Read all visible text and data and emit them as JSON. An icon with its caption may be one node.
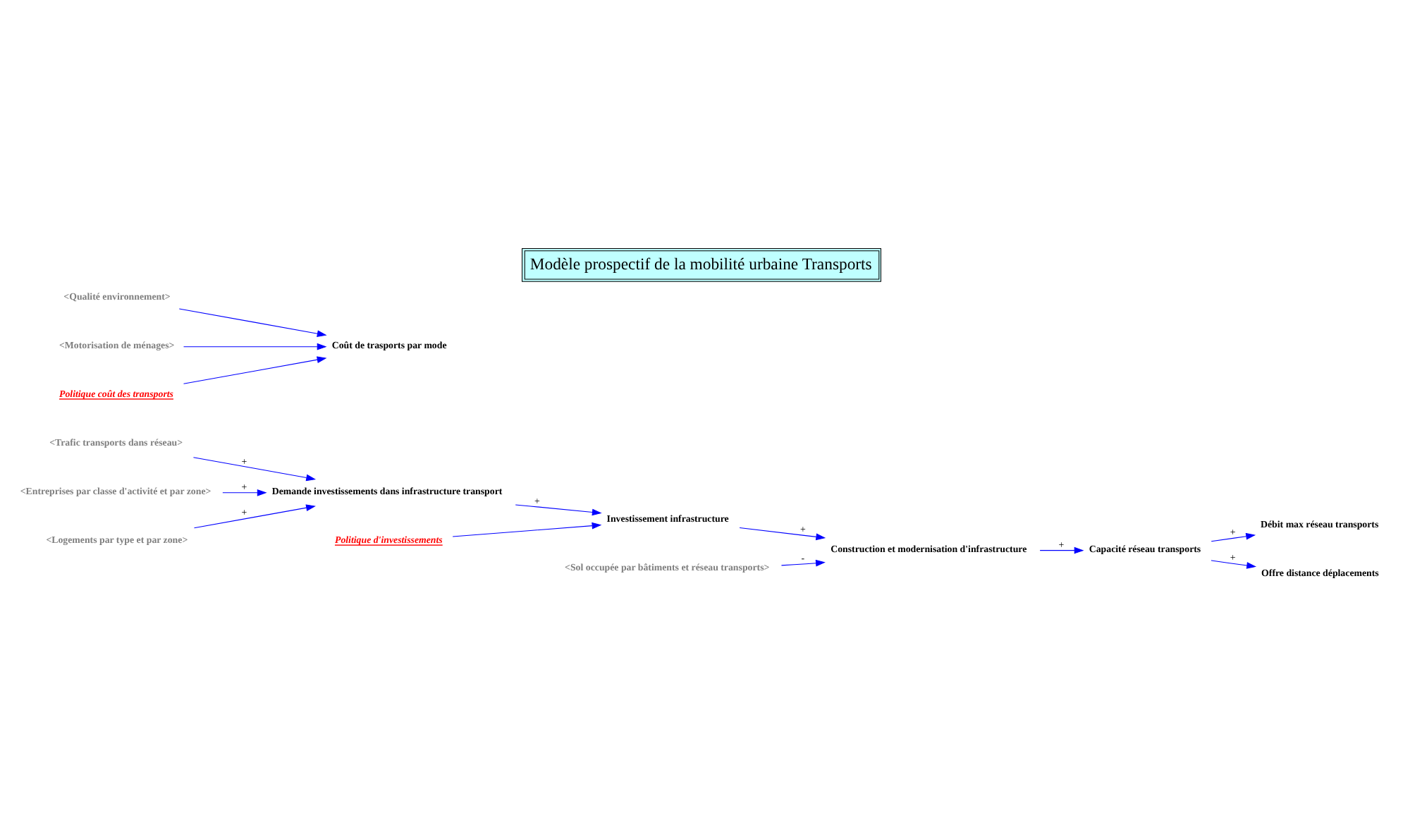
{
  "diagram": {
    "title": "Modèle prospectif de la mobilité urbaine Transports",
    "nodes": [
      {
        "text": [
          "<Trafic transports dans réseau>"
        ]
      },
      {
        "text": [
          "<Sol occupée par bâtiments et réseau transports>"
        ]
      },
      {
        "text": [
          "Débit max réseau transports"
        ]
      },
      {
        "text": [
          "Construction et modernisation d'infrastructure"
        ]
      },
      {
        "text": [
          "Demande investissements dans infrastructure transport"
        ]
      },
      {
        "text": [
          "Capacité réseau transports"
        ]
      },
      {
        "text": [
          "Investissement infrastructure"
        ]
      },
      {
        "text": [
          "Offre distance déplacements"
        ]
      },
      {
        "text": [
          "<Qualité environnement>"
        ]
      },
      {
        "text": [
          "<Entreprises par classe d'activité et par zone>"
        ]
      },
      {
        "text": [
          "<Motorisation de ménages>"
        ]
      },
      {
        "text": [
          "Coût de trasports par mode"
        ]
      },
      {
        "text": [
          "<Logements par type et par zone>"
        ]
      },
      {
        "text": [
          "Politique d'investissements"
        ]
      },
      {
        "text": [
          "Politique coût des transports"
        ]
      }
    ],
    "edges": [
      {
        "from": 0,
        "to": 4,
        "arrow": "to",
        "label": "+"
      },
      {
        "from": 1,
        "to": 3,
        "arrow": "to",
        "label": "-"
      },
      {
        "from": 5,
        "to": 2,
        "arrow": "to",
        "label": "+"
      },
      {
        "from": 3,
        "to": 5,
        "arrow": "to",
        "label": "+"
      },
      {
        "from": 4,
        "to": 6,
        "arrow": "to",
        "label": "+"
      },
      {
        "from": 6,
        "to": 3,
        "arrow": "to",
        "label": "+"
      },
      {
        "from": 5,
        "to": 7,
        "arrow": "to",
        "label": "+"
      },
      {
        "from": 8,
        "to": 11,
        "arrow": "to"
      },
      {
        "from": 9,
        "to": 4,
        "arrow": "to",
        "label": "+"
      },
      {
        "from": 10,
        "to": 11,
        "arrow": "to"
      },
      {
        "from": 12,
        "to": 4,
        "arrow": "to",
        "label": "+"
      },
      {
        "from": 13,
        "to": 6,
        "arrow": "to"
      },
      {
        "from": 14,
        "to": 11,
        "arrow": "to"
      }
    ]
  }
}
